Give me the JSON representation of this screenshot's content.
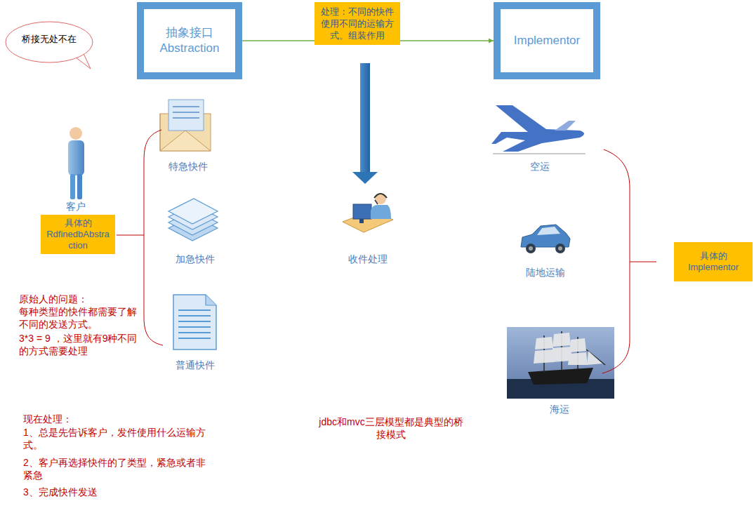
{
  "diagram": {
    "nodes": [
      {
        "text": [
          "桥接无处不在"
        ]
      },
      {
        "text": [
          "抽象接口",
          "Abstraction"
        ]
      },
      {
        "text": [
          "Implementor"
        ]
      },
      {
        "text": [
          "具体的",
          "RdfinedbAbstraction"
        ]
      },
      {
        "text": [
          "具体的",
          "Implementor"
        ]
      }
    ],
    "edges": [
      {
        "from": 1,
        "to": 2,
        "arrow": "to",
        "label": "处理：不同的快件使用不同的运输方式。组装作用"
      }
    ],
    "labels": [
      "特急快件",
      "空运",
      "客户",
      "加急快件",
      "收件处理",
      "陆地运输",
      "原始人的问题：",
      "每种类型的快件都需要了解不同的发送方式。",
      "3*3 = 9 ，这里就有9种不同的方式需要处理",
      "普通快件",
      "海运",
      "现在处理：",
      "1、总是先告诉客户，发件使用什么运输方式。",
      "2、客户再选择快件的了类型，紧急或者非紧急",
      "3、完成快件发送",
      "jdbc和mvc三层模型都是典型的桥接模式"
    ]
  }
}
